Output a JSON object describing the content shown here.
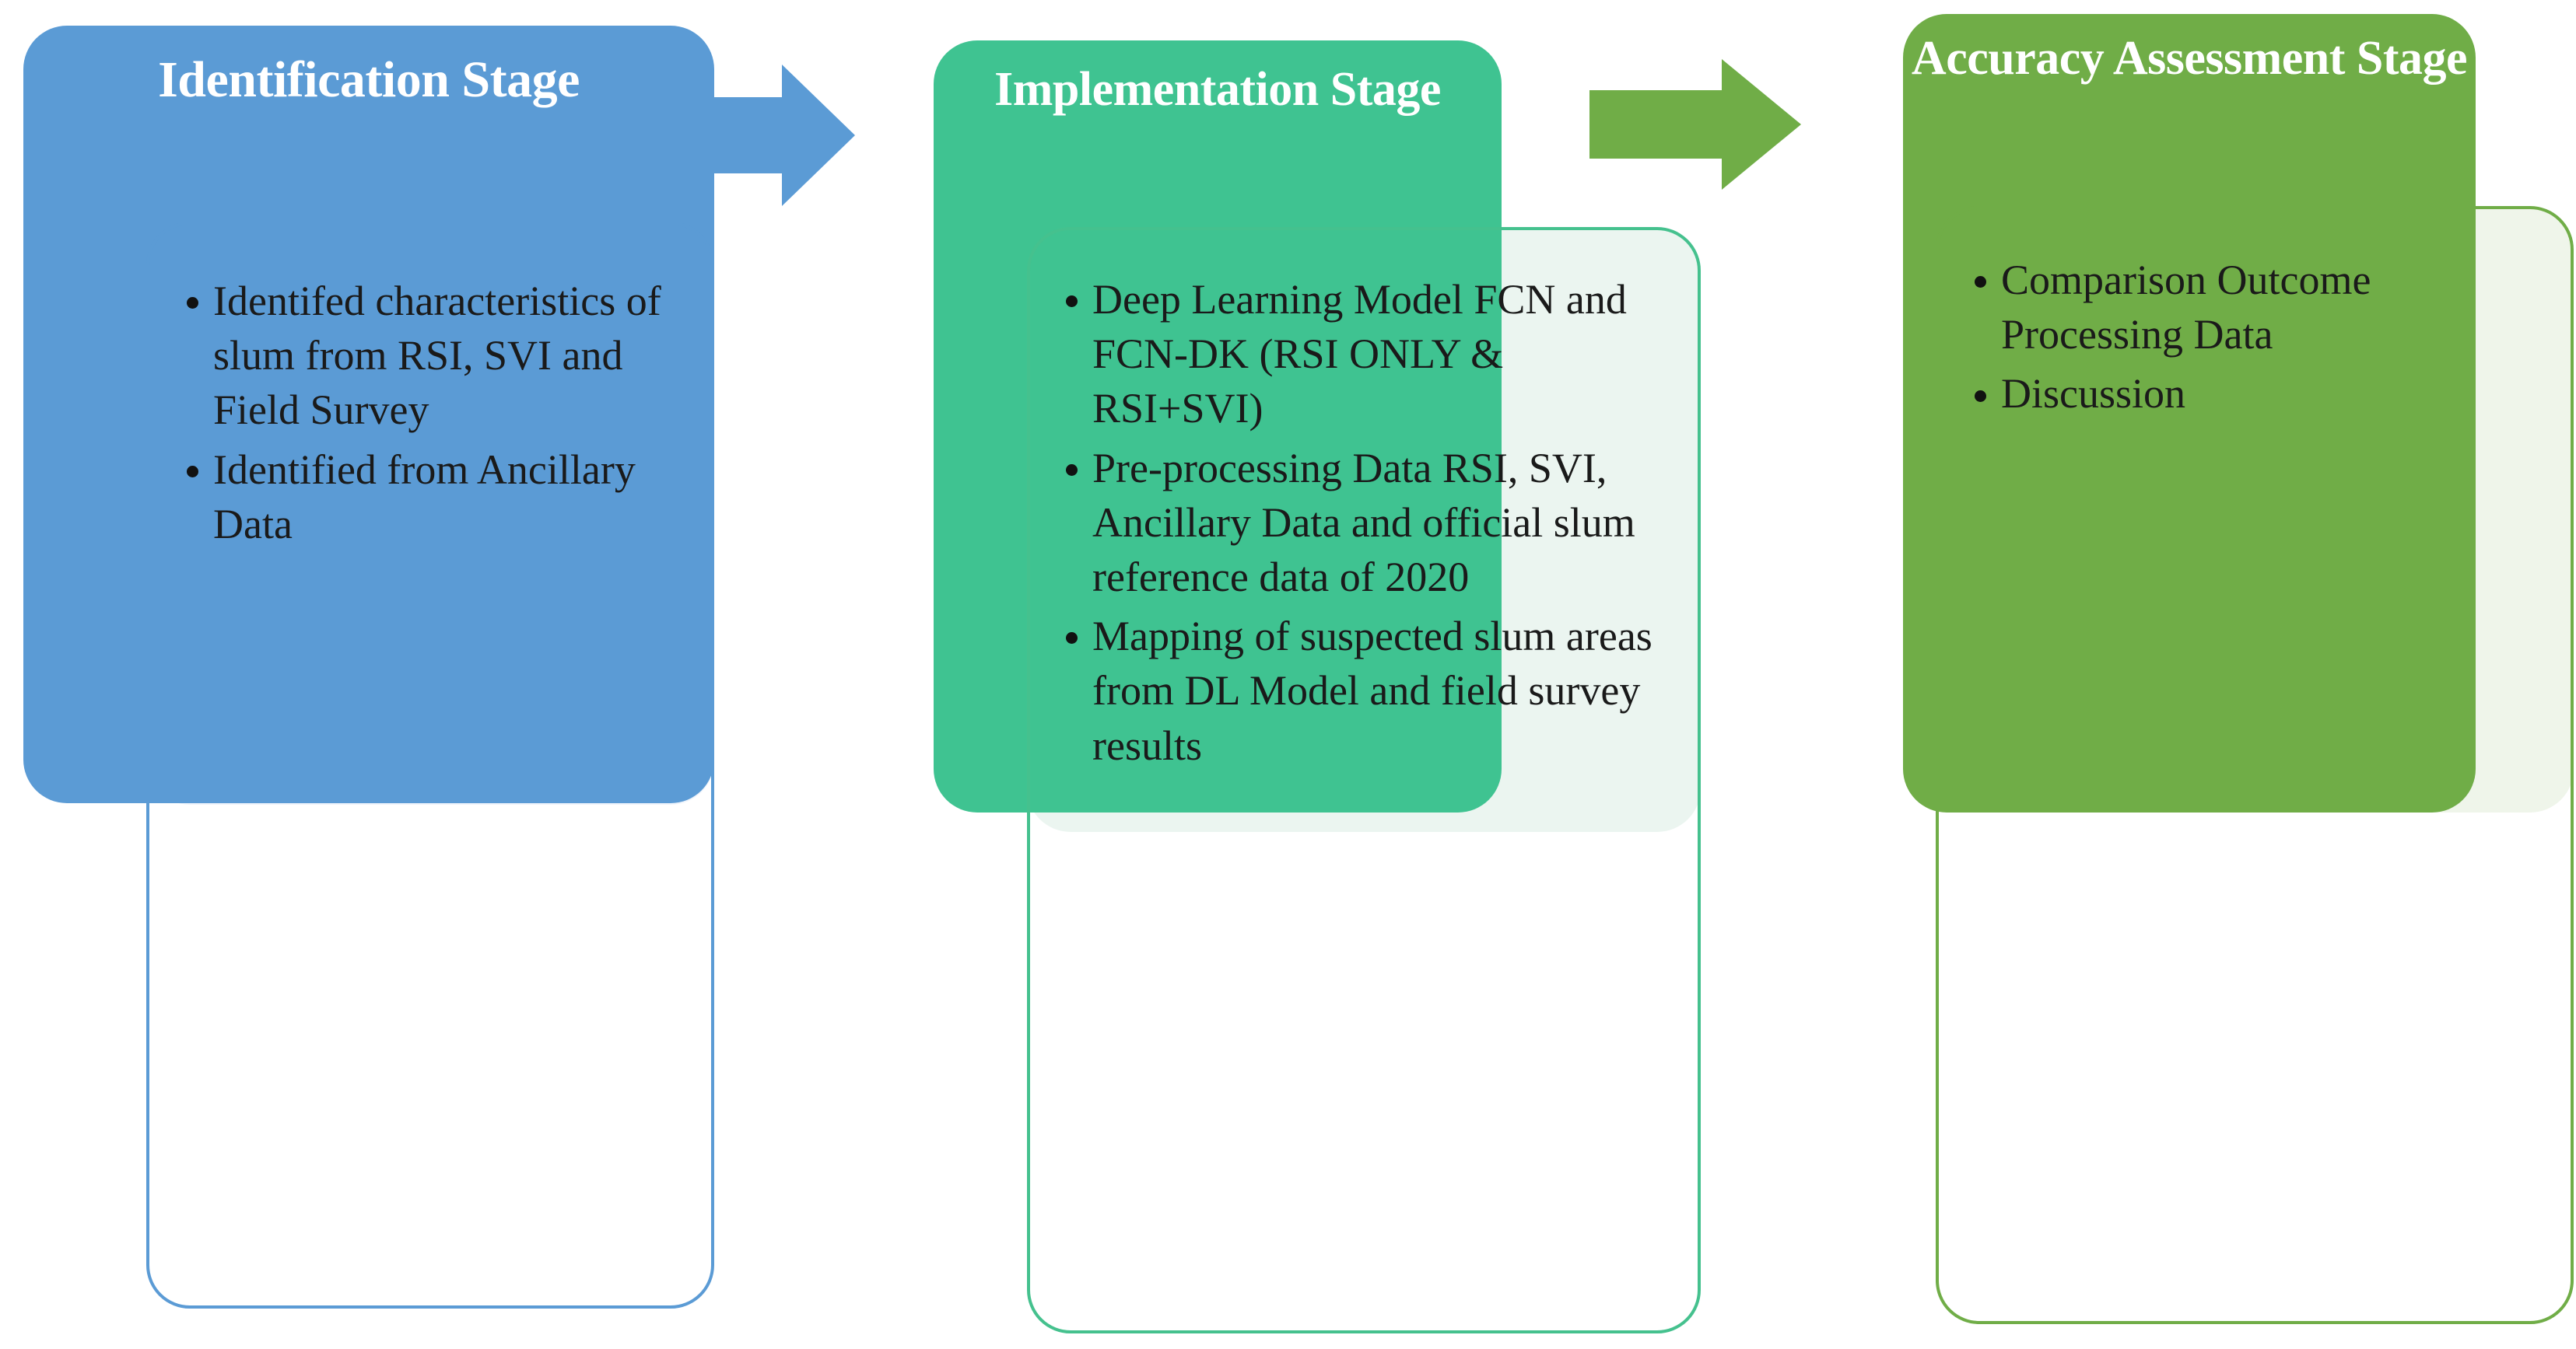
{
  "diagram": {
    "type": "three-stage-process-flow",
    "stages": [
      {
        "id": "identification",
        "title": "Identification Stage",
        "accent_color": "#5b9bd5",
        "card_fill": "#eff4fb",
        "bullets": [
          "Identifed characteristics of slum from RSI, SVI and Field Survey",
          "Identified from Ancillary Data"
        ]
      },
      {
        "id": "implementation",
        "title": "Implementation Stage",
        "accent_color": "#3fc391",
        "card_fill": "#ebf5f0",
        "bullets": [
          "Deep Learning Model FCN and FCN-DK (RSI ONLY & RSI+SVI)",
          "Pre-processing Data RSI, SVI, Ancillary Data and official slum reference data of 2020",
          "Mapping of suspected slum areas from DL Model and field survey results"
        ]
      },
      {
        "id": "accuracy-assessment",
        "title": "Accuracy Assessment Stage",
        "accent_color": "#70ad47",
        "card_fill": "#eff5ea",
        "bullets": [
          "Comparison Outcome Processing Data",
          "Discussion"
        ]
      }
    ],
    "connectors": [
      {
        "id": "arrow-identification-to-implementation",
        "icon": "right-arrow-icon",
        "color": "#5b9bd5"
      },
      {
        "id": "arrow-implementation-to-accuracy",
        "icon": "right-arrow-icon",
        "color": "#70ad47"
      }
    ]
  }
}
